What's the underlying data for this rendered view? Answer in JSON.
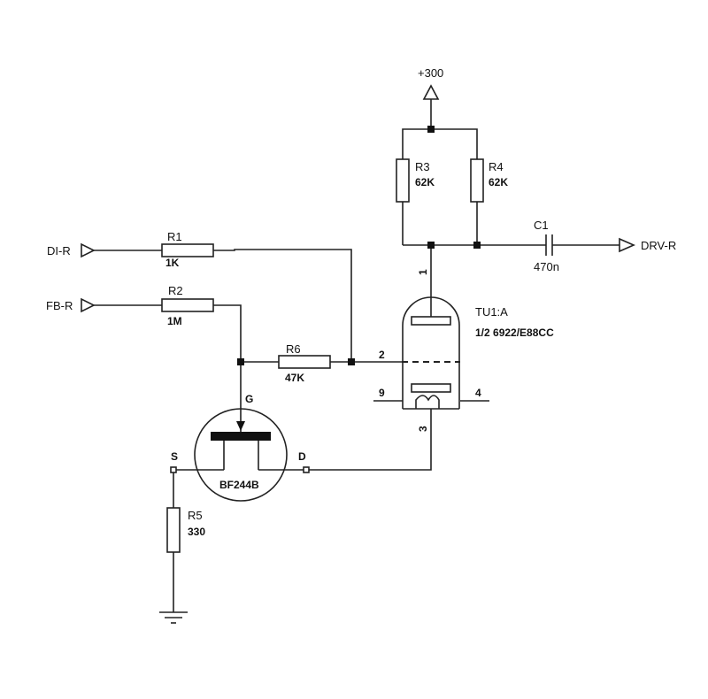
{
  "supply": {
    "label": "+300"
  },
  "inputs": [
    {
      "label": "DI-R"
    },
    {
      "label": "FB-R"
    }
  ],
  "output": {
    "label": "DRV-R"
  },
  "components": {
    "r1": {
      "ref": "R1",
      "value": "1K"
    },
    "r2": {
      "ref": "R2",
      "value": "1M"
    },
    "r3": {
      "ref": "R3",
      "value": "62K"
    },
    "r4": {
      "ref": "R4",
      "value": "62K"
    },
    "r5": {
      "ref": "R5",
      "value": "330"
    },
    "r6": {
      "ref": "R6",
      "value": "47K"
    },
    "c1": {
      "ref": "C1",
      "value": "470n"
    },
    "tube": {
      "ref": "TU1:A",
      "part": "1/2 6922/E88CC"
    },
    "jfet": {
      "part": "BF244B",
      "gate": "G",
      "source": "S",
      "drain": "D"
    }
  },
  "tube_pins": {
    "plate": "1",
    "grid": "2",
    "cathode": "3",
    "heater_a": "9",
    "heater_b": "4"
  }
}
